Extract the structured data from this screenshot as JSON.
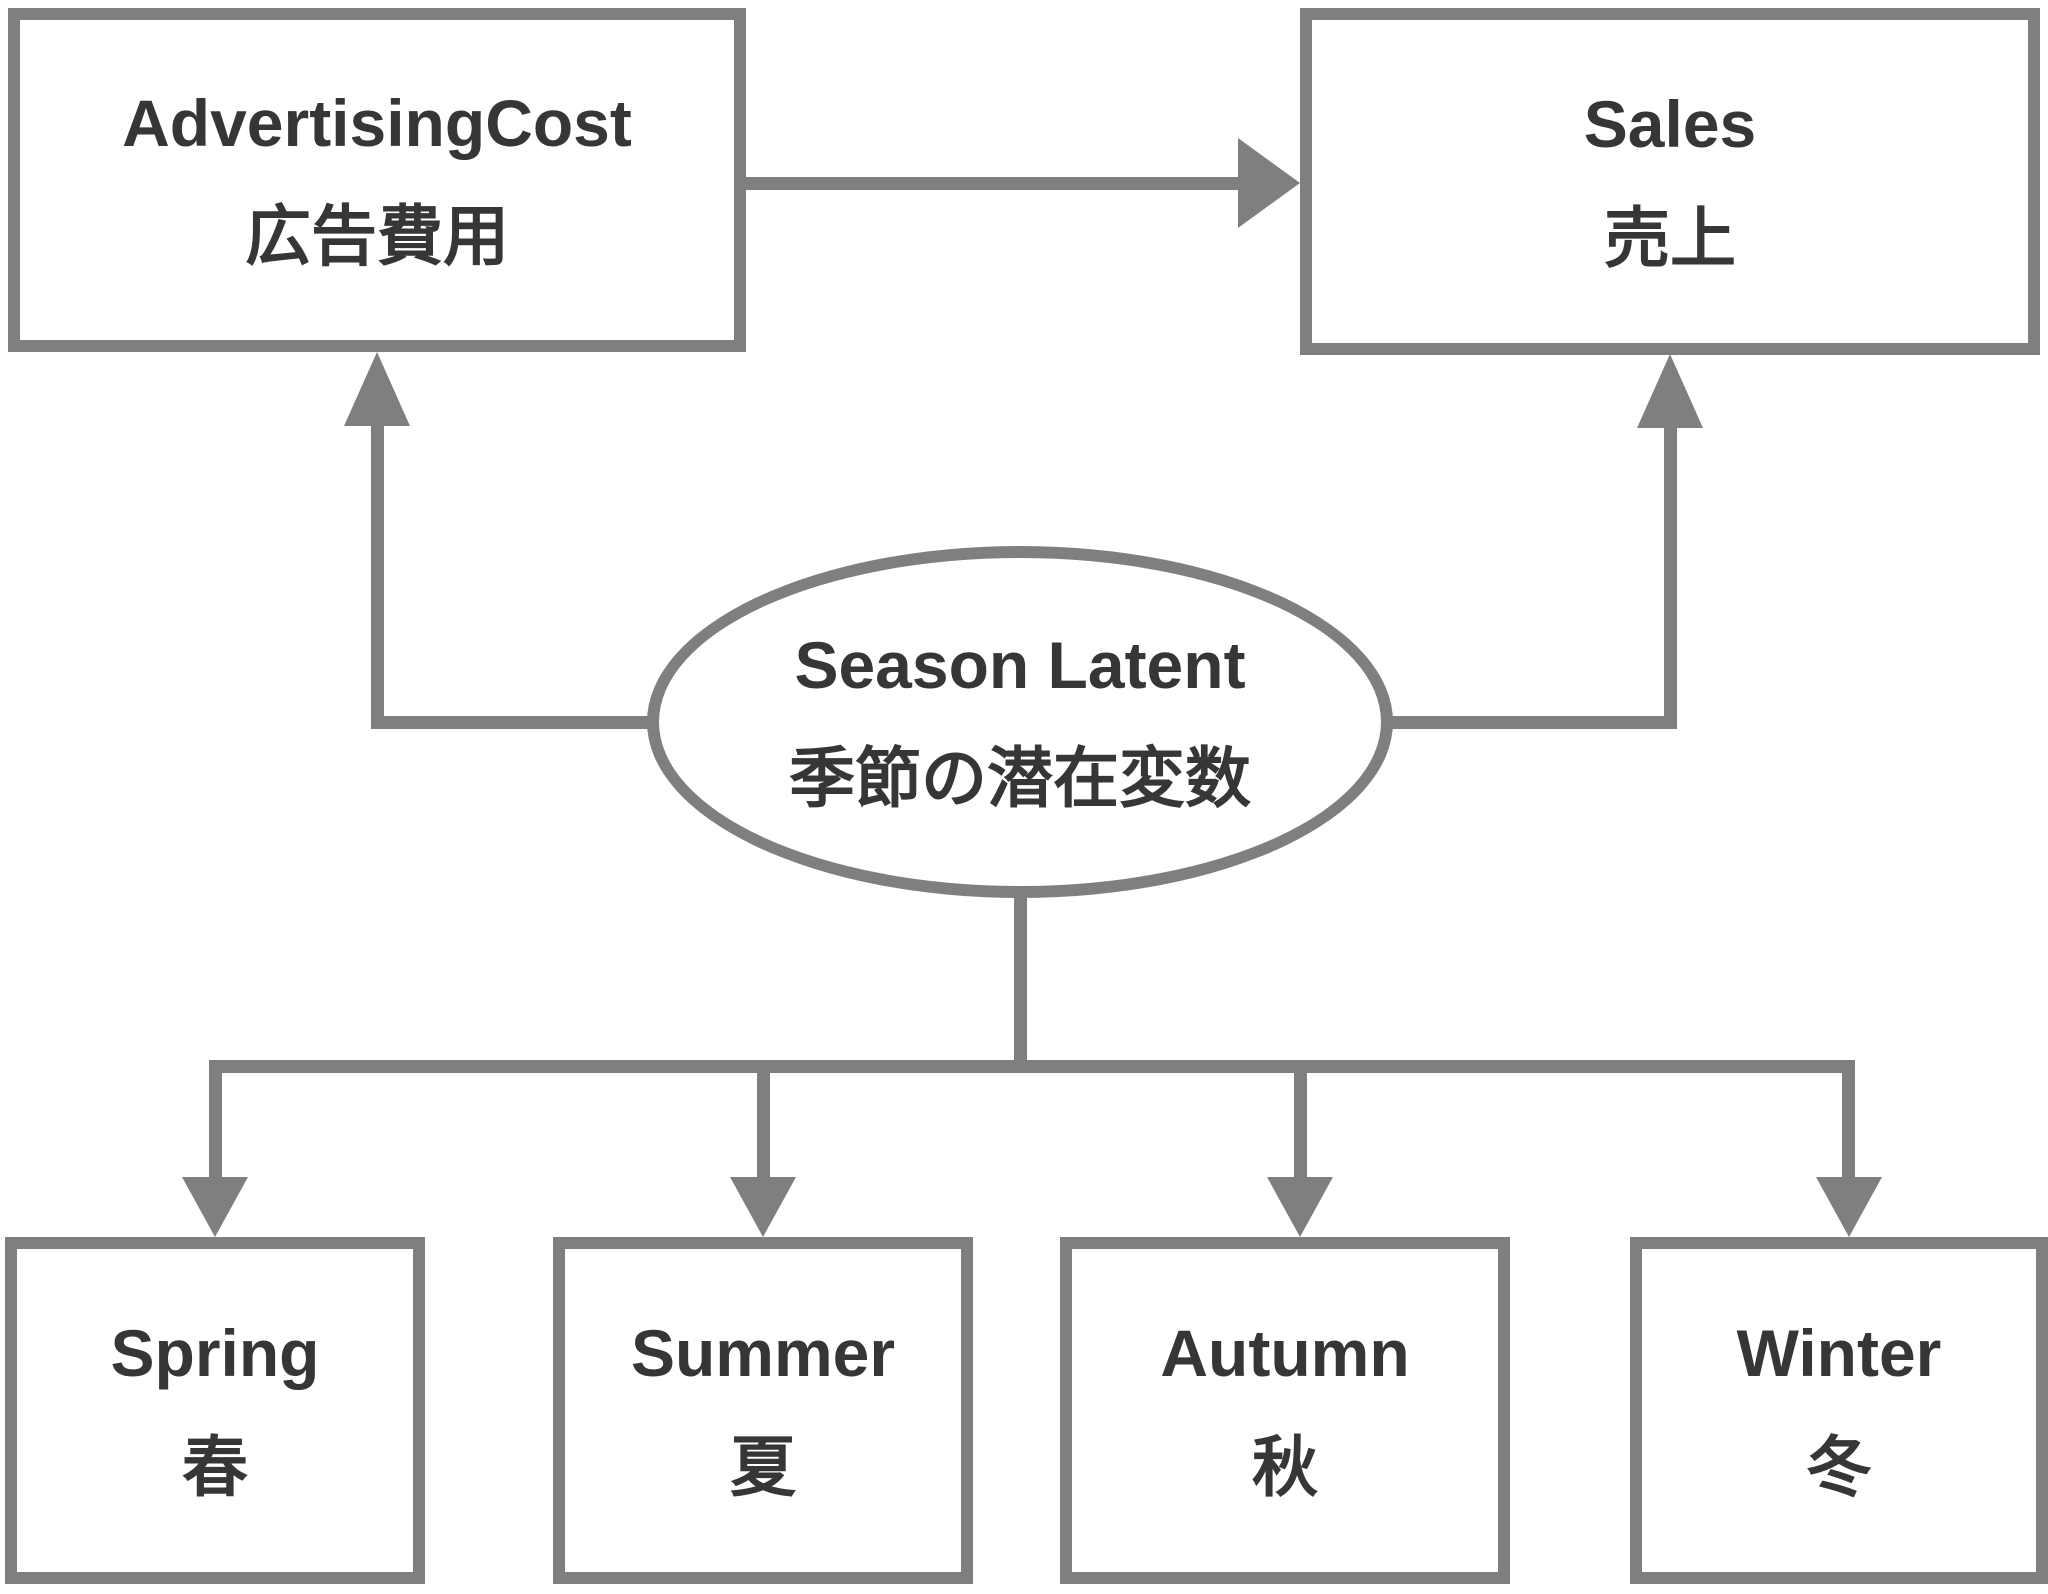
{
  "diagram": {
    "type": "path-diagram",
    "background_color": "#ffffff",
    "line_color": "#7f7f7f",
    "text_color": "#363636",
    "nodes": {
      "advertising_cost": {
        "en": "AdvertisingCost",
        "ja": "広告費用",
        "shape": "rectangle"
      },
      "sales": {
        "en": "Sales",
        "ja": "売上",
        "shape": "rectangle"
      },
      "season_latent": {
        "en": "Season Latent",
        "ja": "季節の潜在変数",
        "shape": "ellipse"
      },
      "spring": {
        "en": "Spring",
        "ja": "春",
        "shape": "rectangle"
      },
      "summer": {
        "en": "Summer",
        "ja": "夏",
        "shape": "rectangle"
      },
      "autumn": {
        "en": "Autumn",
        "ja": "秋",
        "shape": "rectangle"
      },
      "winter": {
        "en": "Winter",
        "ja": "冬",
        "shape": "rectangle"
      }
    },
    "edges": [
      {
        "from": "advertising_cost",
        "to": "sales"
      },
      {
        "from": "season_latent",
        "to": "advertising_cost"
      },
      {
        "from": "season_latent",
        "to": "sales"
      },
      {
        "from": "season_latent",
        "to": "spring"
      },
      {
        "from": "season_latent",
        "to": "summer"
      },
      {
        "from": "season_latent",
        "to": "autumn"
      },
      {
        "from": "season_latent",
        "to": "winter"
      }
    ]
  }
}
